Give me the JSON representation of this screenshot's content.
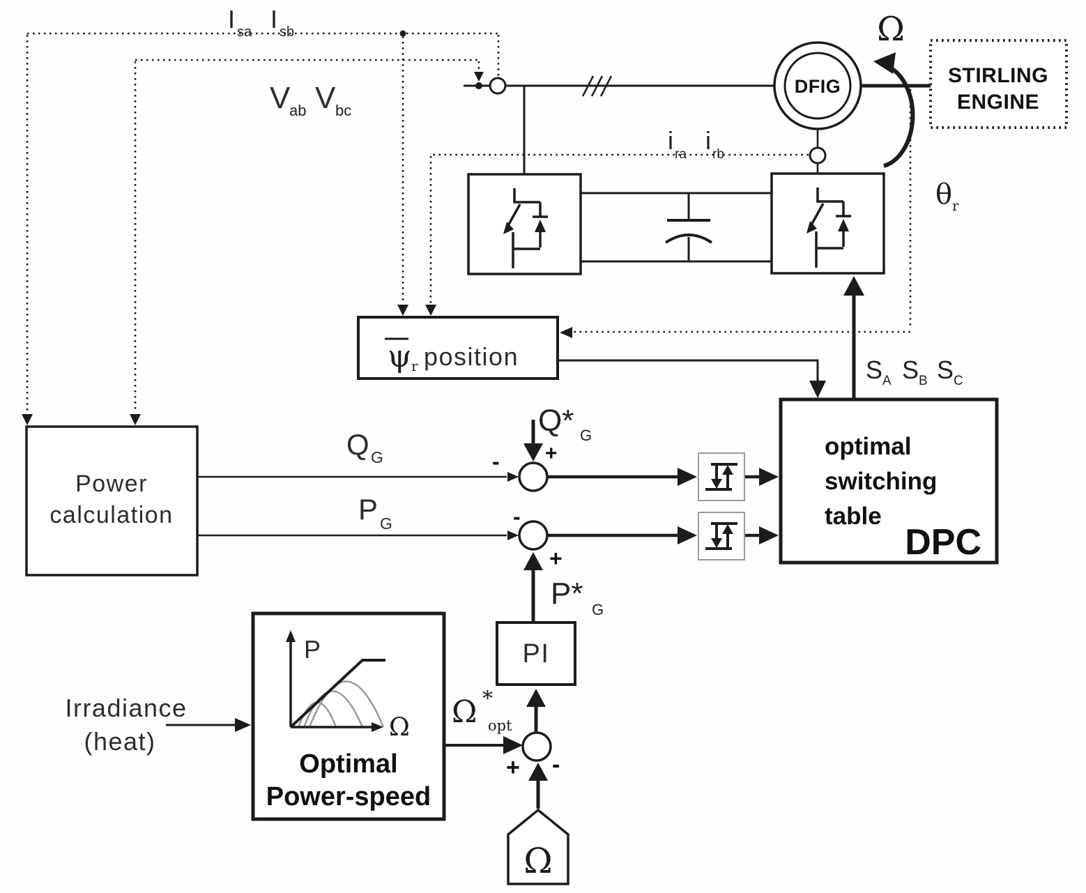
{
  "diagram_labels": {
    "stator_current_a": {
      "base": "I",
      "sub": "sa"
    },
    "stator_current_b": {
      "base": "I",
      "sub": "sb"
    },
    "stator_voltage_ab": {
      "base": "V",
      "sub": "ab"
    },
    "stator_voltage_bc": {
      "base": "V",
      "sub": "bc"
    },
    "rotor_current_a": {
      "base": "i",
      "sub": "ra"
    },
    "rotor_current_b": {
      "base": "i",
      "sub": "rb"
    },
    "shaft_speed": "Ω",
    "rotor_angle": {
      "base": "θ",
      "sub": "r"
    },
    "switch_a": {
      "base": "S",
      "sub": "A"
    },
    "switch_b": {
      "base": "S",
      "sub": "B"
    },
    "switch_c": {
      "base": "S",
      "sub": "C"
    },
    "reactive_power": {
      "base": "Q",
      "sub": "G"
    },
    "active_power": {
      "base": "P",
      "sub": "G"
    },
    "reactive_power_ref": {
      "base": "Q*",
      "sub": "G"
    },
    "active_power_ref": {
      "base": "P*",
      "sub": "G"
    },
    "optimal_speed_ref": {
      "base": "Ω",
      "sup": "*",
      "sub": "opt"
    },
    "speed_feedback": "Ω",
    "q_sum_minus": "-",
    "q_sum_plus": "+",
    "p_sum_minus": "-",
    "p_sum_plus": "+",
    "speed_sum_plus": "+",
    "speed_sum_minus": "-"
  },
  "blocks": {
    "stirling_engine": {
      "line1": "STIRLING",
      "line2": "ENGINE"
    },
    "generator": "DFIG",
    "flux_position": {
      "flux": "ψ",
      "flux_sub": "r",
      "label": "position"
    },
    "switching_table": {
      "line1": "optimal",
      "line2": "switching",
      "line3": "table",
      "tag": "DPC"
    },
    "power_calculation": {
      "line1": "Power",
      "line2": "calculation"
    },
    "pi_controller": "PI",
    "optimal_power_speed": {
      "axis_y": "P",
      "axis_x": "Ω",
      "line1": "Optimal",
      "line2": "Power-speed"
    },
    "irradiance_input": {
      "line1": "Irradiance",
      "line2": "(heat)"
    }
  }
}
